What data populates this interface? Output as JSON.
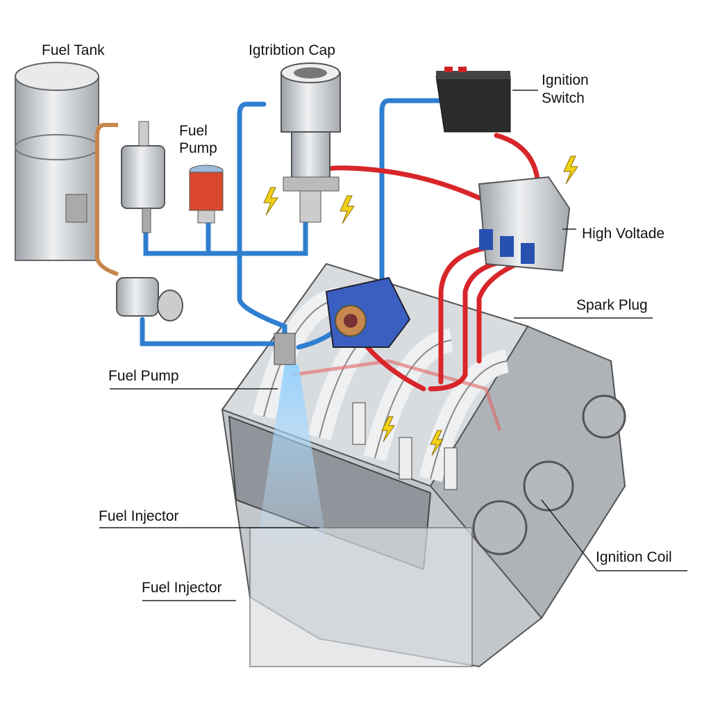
{
  "labels": {
    "fuel_tank": "Fuel Tank",
    "ignition_cap": "Igtribtion Cap",
    "fuel_pump_top_line1": "Fuel",
    "fuel_pump_top_line2": "Pump",
    "ignition_switch_line1": "Ignition",
    "ignition_switch_line2": "Switch",
    "high_voltage": "High Voltade",
    "spark_plug": "Spark Plug",
    "fuel_pump": "Fuel Pump",
    "fuel_injector_1": "Fuel Injector",
    "fuel_injector_2": "Fuel Injector",
    "ignition_coil": "Ignition Coil"
  },
  "colors": {
    "fuel_line": "#2f7fd0",
    "hv_wire": "#d8262a",
    "metal": "#c9ccd0",
    "bolt": "#f2d21a",
    "copper": "#c8874e"
  }
}
